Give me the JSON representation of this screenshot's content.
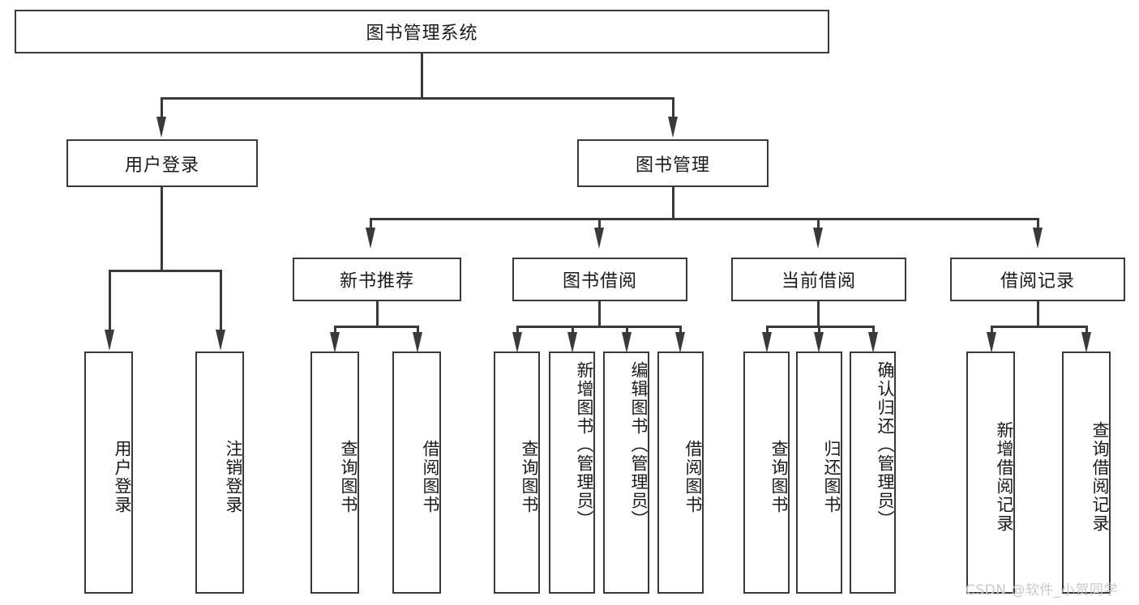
{
  "diagram": {
    "title": "图书管理系统",
    "type": "hierarchy-tree",
    "root": {
      "label": "图书管理系统"
    },
    "level2": [
      {
        "label": "用户登录"
      },
      {
        "label": "图书管理"
      }
    ],
    "level3": [
      {
        "label": "新书推荐"
      },
      {
        "label": "图书借阅"
      },
      {
        "label": "当前借阅"
      },
      {
        "label": "借阅记录"
      }
    ],
    "leaves": {
      "user_login": [
        {
          "label": "用户登录"
        },
        {
          "label": "注销登录"
        }
      ],
      "new_book_recommend": [
        {
          "label": "查询图书"
        },
        {
          "label": "借阅图书"
        }
      ],
      "book_borrow": [
        {
          "label": "查询图书"
        },
        {
          "label": "新增图书（管理员）"
        },
        {
          "label": "编辑图书（管理员）"
        },
        {
          "label": "借阅图书"
        }
      ],
      "current_borrow": [
        {
          "label": "查询图书"
        },
        {
          "label": "归还图书"
        },
        {
          "label": "确认归还（管理员）"
        }
      ],
      "borrow_record": [
        {
          "label": "新增借阅记录"
        },
        {
          "label": "查询借阅记录"
        }
      ]
    }
  },
  "watermark": {
    "text": "CSDN @软件_小贺同学"
  },
  "colors": {
    "stroke": "#3a3a3a",
    "background": "#ffffff",
    "text": "#1a1a1a",
    "watermark": "#c9c9c9"
  }
}
